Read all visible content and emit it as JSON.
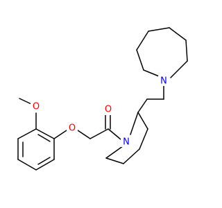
{
  "molecule": {
    "atoms": {
      "ring_nitrogen_azepane": "N",
      "ring_nitrogen_piperidine": "N",
      "carbonyl_oxygen": "O",
      "ether_oxygen": "O",
      "methoxy_oxygen": "O"
    },
    "colors": {
      "bond": "#000000",
      "nitrogen": "#0000ff",
      "oxygen": "#ff0000"
    }
  }
}
